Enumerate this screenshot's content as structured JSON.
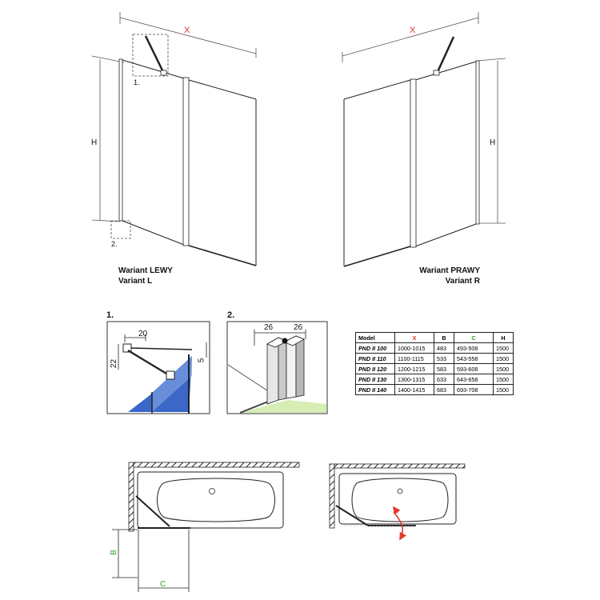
{
  "top": {
    "dim_x": "X",
    "dim_h": "H",
    "detail_ref_1": "1.",
    "detail_ref_2": "2.",
    "variant_left": {
      "line1": "Wariant LEWY",
      "line2": "Variant L"
    },
    "variant_right": {
      "line1": "Wariant PRAWY",
      "line2": "Variant R"
    }
  },
  "details": {
    "d1": {
      "number": "1.",
      "dim_20": "20",
      "dim_22": "22",
      "dim_5": "5"
    },
    "d2": {
      "number": "2.",
      "dim_26a": "26",
      "dim_26b": "26"
    }
  },
  "spec_table": {
    "headers": [
      "Model",
      "X",
      "B",
      "C",
      "H"
    ],
    "header_colors": [
      "#111111",
      "#d9342b",
      "#111111",
      "#2ca02c",
      "#111111"
    ],
    "rows": [
      [
        "PND II 100",
        "1000-1015",
        "483",
        "493-508",
        "1500"
      ],
      [
        "PND II 110",
        "1100-1115",
        "533",
        "543-558",
        "1500"
      ],
      [
        "PND II 120",
        "1200-1215",
        "583",
        "593-608",
        "1500"
      ],
      [
        "PND II 130",
        "1300-1315",
        "633",
        "643-658",
        "1500"
      ],
      [
        "PND II 140",
        "1400-1415",
        "683",
        "693-708",
        "1500"
      ]
    ]
  },
  "plan": {
    "dim_b": "B",
    "dim_c": "C"
  },
  "colors": {
    "x_dim": "#d9342b",
    "c_dim": "#2ca02c",
    "glass": "#3a67c8",
    "floor": "#d6edb4",
    "rotate_arrow": "#e23b2e"
  }
}
